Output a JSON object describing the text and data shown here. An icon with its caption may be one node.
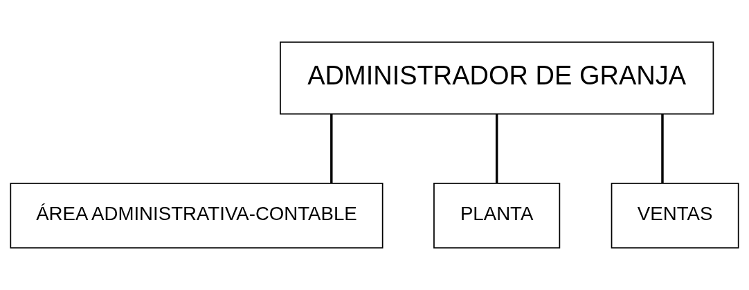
{
  "diagram": {
    "nodes": [
      {
        "text": [
          "ADMINISTRADOR DE GRANJA"
        ]
      },
      {
        "text": [
          "ÁREA ADMINISTRATIVA-CONTABLE"
        ]
      },
      {
        "text": [
          "PLANTA"
        ]
      },
      {
        "text": [
          "VENTAS"
        ]
      }
    ],
    "edges": [
      {
        "from": 0,
        "to": 1,
        "arrow": "none"
      },
      {
        "from": 0,
        "to": 2,
        "arrow": "none"
      },
      {
        "from": 0,
        "to": 3,
        "arrow": "none"
      }
    ]
  }
}
